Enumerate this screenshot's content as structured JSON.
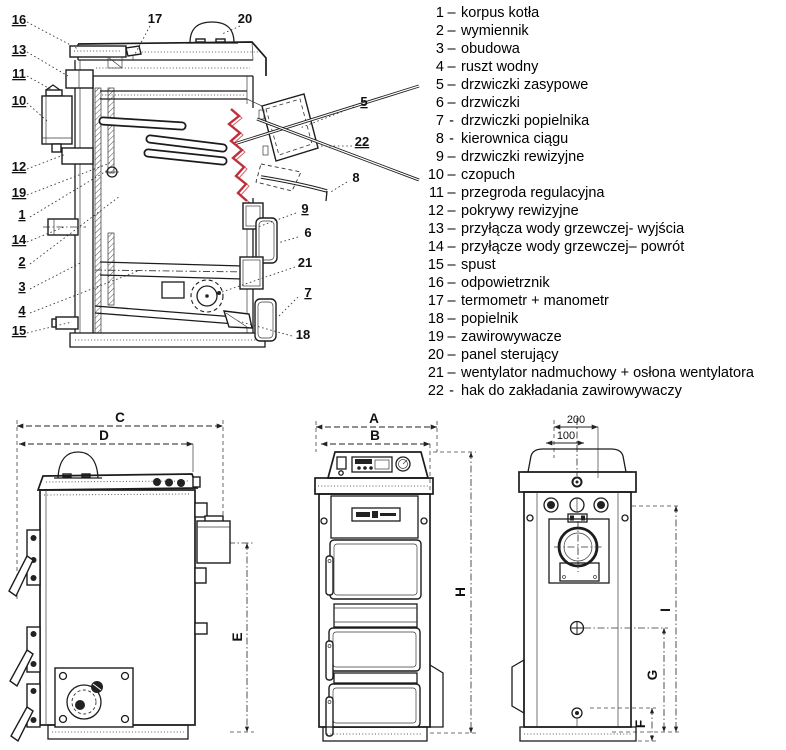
{
  "figure_title": "boiler technical drawing",
  "colors": {
    "line": "#1c1c1c",
    "accent_red": "#c0303a",
    "background": "#ffffff"
  },
  "legend": {
    "items": [
      {
        "n": "1",
        "sep": "–",
        "label": "korpus kotła"
      },
      {
        "n": "2",
        "sep": "–",
        "label": "wymiennik"
      },
      {
        "n": "3",
        "sep": "–",
        "label": "obudowa"
      },
      {
        "n": "4",
        "sep": "–",
        "label": "ruszt wodny"
      },
      {
        "n": "5",
        "sep": "–",
        "label": "drzwiczki zasypowe"
      },
      {
        "n": "6",
        "sep": "–",
        "label": "drzwiczki"
      },
      {
        "n": "7",
        "sep": "-",
        "label": "drzwiczki  popielnika"
      },
      {
        "n": "8",
        "sep": "-",
        "label": "kierownica ciągu"
      },
      {
        "n": "9",
        "sep": "–",
        "label": "drzwiczki rewizyjne"
      },
      {
        "n": "10",
        "sep": "–",
        "label": "czopuch"
      },
      {
        "n": "11",
        "sep": "–",
        "label": "przegroda regulacyjna"
      },
      {
        "n": "12",
        "sep": "–",
        "label": "pokrywy rewizyjne"
      },
      {
        "n": "13",
        "sep": "–",
        "label": "przyłącza wody grzewczej- wyjścia"
      },
      {
        "n": "14",
        "sep": "–",
        "label": "przyłącze wody grzewczej– powrót"
      },
      {
        "n": "15",
        "sep": "–",
        "label": "spust"
      },
      {
        "n": "16",
        "sep": "–",
        "label": "odpowietrznik"
      },
      {
        "n": "17",
        "sep": "–",
        "label": "termometr + manometr"
      },
      {
        "n": "18",
        "sep": "–",
        "label": "popielnik"
      },
      {
        "n": "19",
        "sep": "–",
        "label": "zawirowywacze"
      },
      {
        "n": "20",
        "sep": "–",
        "label": "panel sterujący"
      },
      {
        "n": "21",
        "sep": "–",
        "label": "wentylator nadmuchowy + osłona wentylatora"
      },
      {
        "n": "22",
        "sep": "-",
        "label": "hak do zakładania zawirowywaczy"
      }
    ]
  },
  "main_diagram": {
    "callouts": {
      "c1": "1",
      "c2": "2",
      "c3": "3",
      "c4": "4",
      "c5": "5",
      "c6": "6",
      "c7": "7",
      "c8": "8",
      "c9": "9",
      "c10": "10",
      "c11": "11",
      "c12": "12",
      "c13": "13",
      "c14": "14",
      "c15": "15",
      "c16": "16",
      "c17": "17",
      "c18": "18",
      "c19": "19",
      "c20": "20",
      "c21": "21",
      "c22": "22"
    }
  },
  "dims": {
    "side": {
      "C": "C",
      "D": "D",
      "E": "E"
    },
    "front": {
      "A": "A",
      "B": "B",
      "H": "H"
    },
    "rear": {
      "d200": "200",
      "d100": "100",
      "I": "I",
      "G": "G",
      "F": "F"
    }
  }
}
